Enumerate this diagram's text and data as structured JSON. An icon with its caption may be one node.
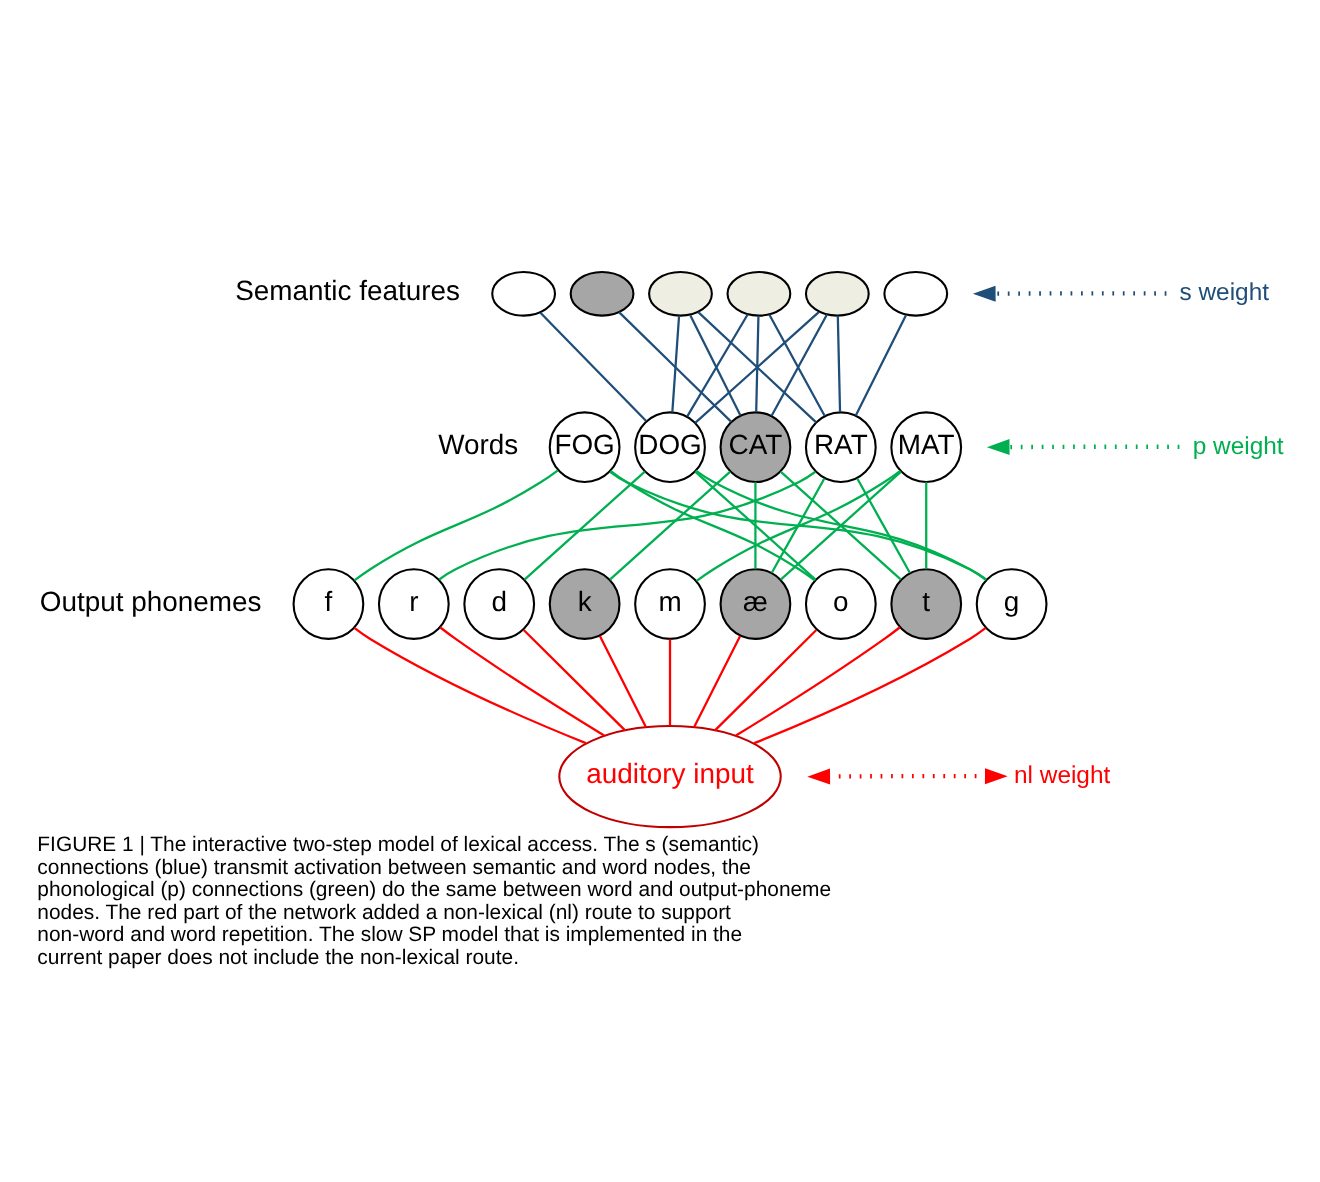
{
  "diagram": {
    "caption": "FIGURE 1 | The interactive two-step model of lexical access. The s (semantic) connections (blue) transmit activation between semantic and word nodes, the phonological (p) connections (green) do the same between word and output-phoneme nodes. The red part of the network added a non-lexical (nl) route to support non-word and word repetition. The slow SP model that is implemented in the current paper does not include the non-lexical route.",
    "nodes": [
      {
        "text": [],
        "shape": "circle"
      },
      {
        "text": [],
        "shape": "circle"
      },
      {
        "text": [],
        "shape": "circle"
      },
      {
        "text": [],
        "shape": "circle"
      },
      {
        "text": [],
        "shape": "circle"
      },
      {
        "text": [],
        "shape": "circle"
      },
      {
        "text": [
          "FOG"
        ]
      },
      {
        "text": [
          "DOG"
        ]
      },
      {
        "text": [
          "CAT"
        ]
      },
      {
        "text": [
          "RAT"
        ]
      },
      {
        "text": [
          "MAT"
        ]
      },
      {
        "text": [
          "f"
        ]
      },
      {
        "text": [
          "r"
        ]
      },
      {
        "text": [
          "d"
        ]
      },
      {
        "text": [
          "k"
        ]
      },
      {
        "text": [
          "m"
        ]
      },
      {
        "text": [
          "æ"
        ]
      },
      {
        "text": [
          "o"
        ]
      },
      {
        "text": [
          "t"
        ]
      },
      {
        "text": [
          "g"
        ]
      },
      {
        "text": [
          "auditory input"
        ]
      },
      {
        "text": [
          "s weight"
        ]
      },
      {
        "text": [
          "p weight"
        ]
      },
      {
        "text": [
          "nl weight"
        ]
      }
    ],
    "edges": [
      {
        "from": 0,
        "to": 7,
        "arrow": "none",
        "color": "#1f4e79"
      },
      {
        "from": 1,
        "to": 8,
        "arrow": "none",
        "color": "#1f4e79"
      },
      {
        "from": 2,
        "to": 7,
        "arrow": "none",
        "color": "#1f4e79"
      },
      {
        "from": 2,
        "to": 8,
        "arrow": "none",
        "color": "#1f4e79"
      },
      {
        "from": 2,
        "to": 9,
        "arrow": "none",
        "color": "#1f4e79"
      },
      {
        "from": 3,
        "to": 7,
        "arrow": "none",
        "color": "#1f4e79"
      },
      {
        "from": 3,
        "to": 8,
        "arrow": "none",
        "color": "#1f4e79"
      },
      {
        "from": 3,
        "to": 9,
        "arrow": "none",
        "color": "#1f4e79"
      },
      {
        "from": 4,
        "to": 7,
        "arrow": "none",
        "color": "#1f4e79"
      },
      {
        "from": 4,
        "to": 8,
        "arrow": "none",
        "color": "#1f4e79"
      },
      {
        "from": 4,
        "to": 9,
        "arrow": "none",
        "color": "#1f4e79"
      },
      {
        "from": 5,
        "to": 9,
        "arrow": "none",
        "color": "#1f4e79"
      },
      {
        "from": 6,
        "to": 11,
        "arrow": "none"
      },
      {
        "from": 6,
        "to": 17,
        "arrow": "none"
      },
      {
        "from": 6,
        "to": 19,
        "arrow": "none"
      },
      {
        "from": 7,
        "to": 13,
        "arrow": "none"
      },
      {
        "from": 7,
        "to": 17,
        "arrow": "none"
      },
      {
        "from": 7,
        "to": 19,
        "arrow": "none"
      },
      {
        "from": 8,
        "to": 14,
        "arrow": "none"
      },
      {
        "from": 8,
        "to": 16,
        "arrow": "none"
      },
      {
        "from": 8,
        "to": 18,
        "arrow": "none"
      },
      {
        "from": 9,
        "to": 12,
        "arrow": "none"
      },
      {
        "from": 9,
        "to": 16,
        "arrow": "none"
      },
      {
        "from": 9,
        "to": 18,
        "arrow": "none"
      },
      {
        "from": 10,
        "to": 15,
        "arrow": "none"
      },
      {
        "from": 10,
        "to": 16,
        "arrow": "none"
      },
      {
        "from": 10,
        "to": 18,
        "arrow": "none"
      },
      {
        "from": 11,
        "to": 20,
        "arrow": "none",
        "color": "#ff0000"
      },
      {
        "from": 12,
        "to": 20,
        "arrow": "none",
        "color": "#ff0000"
      },
      {
        "from": 13,
        "to": 20,
        "arrow": "none",
        "color": "#ff0000"
      },
      {
        "from": 14,
        "to": 20,
        "arrow": "none",
        "color": "#ff0000"
      },
      {
        "from": 15,
        "to": 20,
        "arrow": "none",
        "color": "#ff0000"
      },
      {
        "from": 16,
        "to": 20,
        "arrow": "none",
        "color": "#ff0000"
      },
      {
        "from": 17,
        "to": 20,
        "arrow": "none",
        "color": "#ff0000"
      },
      {
        "from": 18,
        "to": 20,
        "arrow": "none",
        "color": "#ff0000"
      },
      {
        "from": 19,
        "to": 20,
        "arrow": "none",
        "color": "#ff0000"
      },
      {
        "from": 21,
        "to": null,
        "arrow": "to",
        "style": "dashed",
        "color": "#1f4e79"
      },
      {
        "from": 22,
        "to": null,
        "arrow": "to",
        "style": "dashed"
      },
      {
        "from": 23,
        "to": null,
        "arrow": "both",
        "style": "dashed",
        "color": "#ff0000"
      }
    ],
    "labels": [
      "Semantic features",
      "Words",
      "Output phonemes"
    ]
  }
}
